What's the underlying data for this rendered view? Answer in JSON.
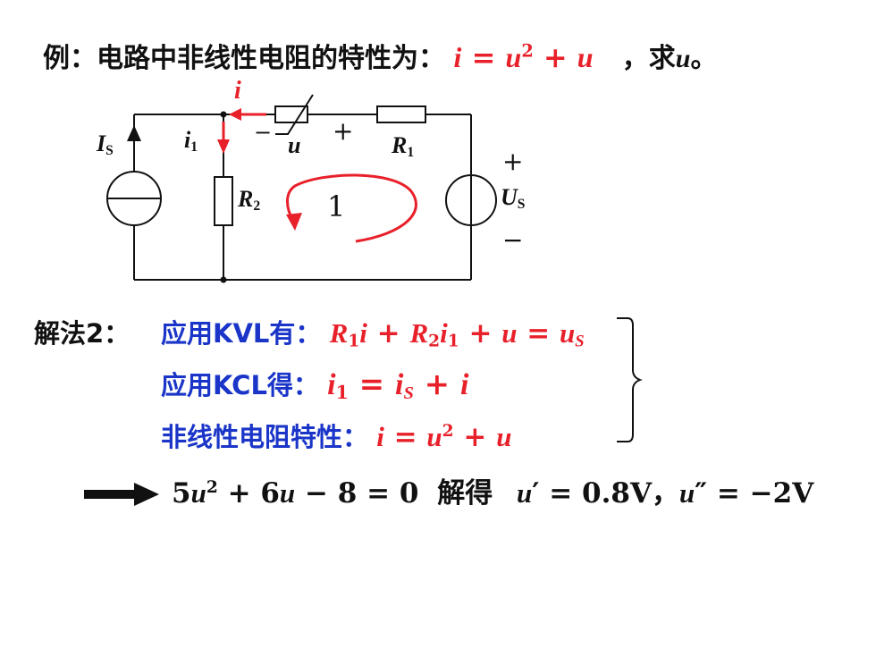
{
  "title": {
    "prefix": "例：电路中非线性电阻的特性为：",
    "equation": {
      "i": "i",
      "eq": " = ",
      "u": "u",
      "sup": "2",
      "plus": " + ",
      "u2": "u"
    },
    "suffix_comma": "，",
    "suffix_ask": "求",
    "suffix_u": "u",
    "suffix_end": "。"
  },
  "circuit": {
    "current_source_label": "I",
    "current_source_sub": "S",
    "i_label": "i",
    "i1_label": "i",
    "i1_sub": "1",
    "nl_resistor_minus": "−",
    "nl_resistor_plus": "+",
    "nl_resistor_voltage": "u",
    "r1_label": "R",
    "r1_sub": "1",
    "r2_label": "R",
    "r2_sub": "2",
    "loop_label": "1",
    "voltage_source_plus": "+",
    "voltage_source_minus": "−",
    "voltage_source_label": "U",
    "voltage_source_sub": "S",
    "colors": {
      "wire": "#111111",
      "accent": "#e8202a"
    }
  },
  "solution": {
    "method_label": "解法2：",
    "kvl": {
      "label": "应用KVL有：",
      "R": "R",
      "s1": "1",
      "i": "i",
      "plus": " + ",
      "R2": "R",
      "s2": "2",
      "i1": "i",
      "s3": "1",
      "plus2": " + ",
      "u": "u",
      "eq": " = ",
      "u2": "u",
      "sS": "S"
    },
    "kcl": {
      "label": "应用KCL得：",
      "i1": "i",
      "s1": "1",
      "eq": " = ",
      "iS": "i",
      "sS": "S",
      "plus": " + ",
      "i": "i"
    },
    "nonlinear": {
      "label": "非线性电阻特性：",
      "i": "i",
      "eq": " = ",
      "u": "u",
      "sup": "2",
      "plus": " + ",
      "u2": "u"
    },
    "result": {
      "c5": "5",
      "u": "u",
      "sup": "2",
      "rest1": " + 6",
      "u2": "u",
      "rest2": " − 8 = 0",
      "solve_label": "解得",
      "u_prime": "u",
      "prime1": "′",
      "val1": " = 0.8V，",
      "u_dprime": "u",
      "prime2": "″",
      "val2": " = −2V"
    }
  }
}
